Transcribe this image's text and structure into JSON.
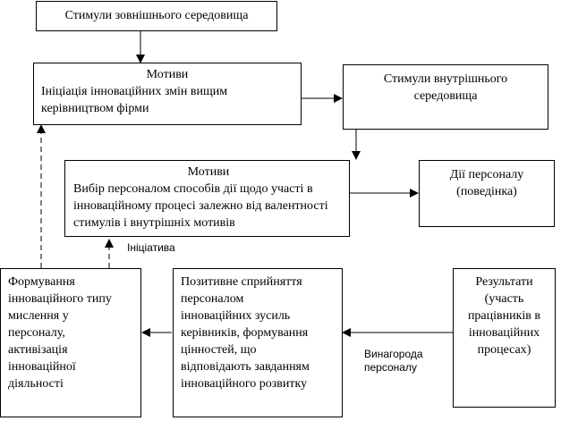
{
  "boxes": {
    "external": {
      "text": "Стимули зовнішнього середовища"
    },
    "motives_top": {
      "title": "Мотиви",
      "line1": "Ініціація інноваційних змін вищим",
      "line2": "керівництвом фірми"
    },
    "internal": {
      "line1": "Стимули внутрішнього",
      "line2": "середовища"
    },
    "motives_mid": {
      "title": "Мотиви",
      "line1": "Вибір персоналом способів дії щодо участі в",
      "line2": "інноваційному процесі залежно від валентності",
      "line3": "стимулів і внутрішніх мотивів"
    },
    "actions": {
      "line1": "Дії персоналу",
      "line2": "(поведінка)"
    },
    "formation": {
      "lines": [
        "Формування",
        "інноваційного типу",
        "мислення у",
        "персоналу,",
        "активізація",
        "інноваційної",
        "діяльності"
      ]
    },
    "positive": {
      "lines": [
        "Позитивне сприйняття",
        "персоналом",
        "інноваційних зусиль",
        "керівників, формування",
        "цінностей, що",
        "відповідають завданням",
        "інноваційного розвитку"
      ]
    },
    "results": {
      "lines": [
        "Результати",
        "(участь",
        "працівників в",
        "інноваційних",
        "процесах)"
      ]
    }
  },
  "labels": {
    "initiative": "Ініціатива",
    "reward1": "Винагорода",
    "reward2": "персоналу"
  }
}
